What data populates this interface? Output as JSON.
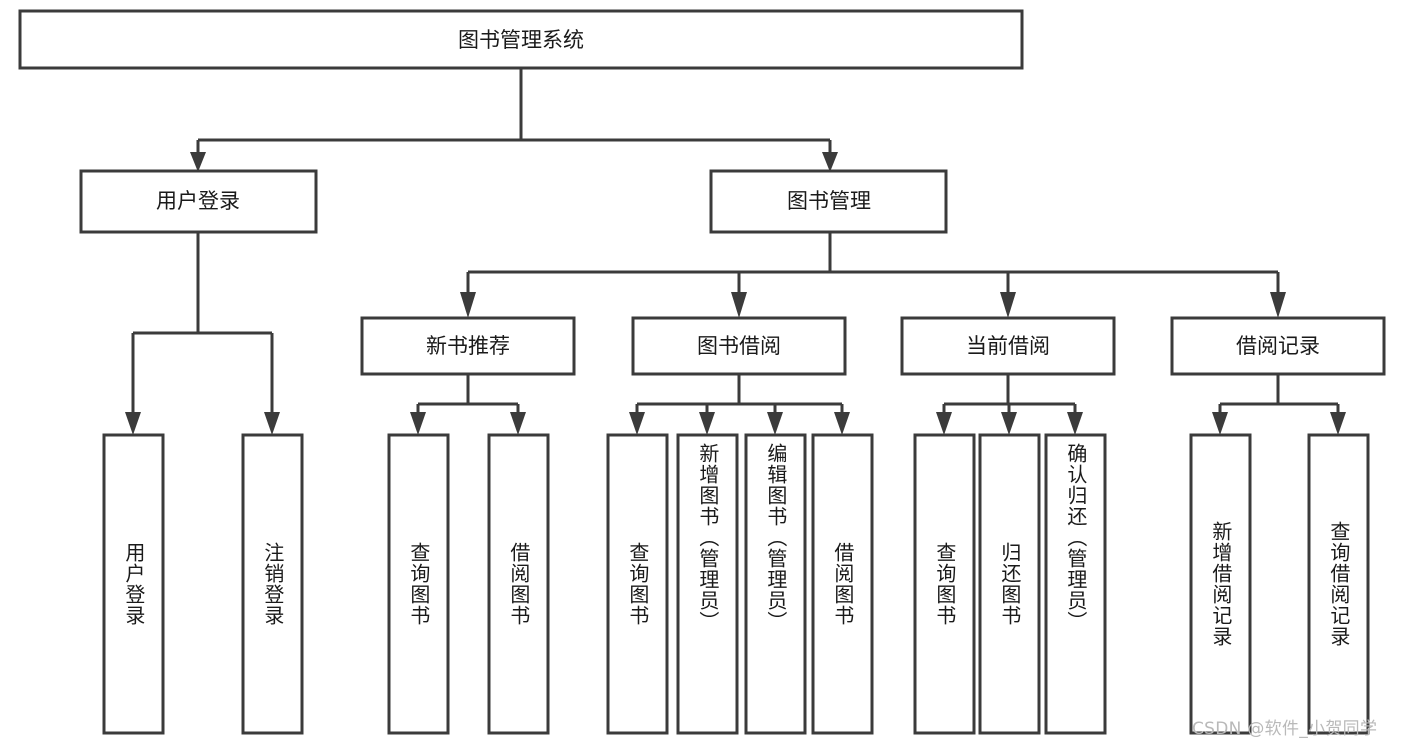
{
  "diagram": {
    "type": "tree",
    "title": "图书管理系统",
    "root": {
      "id": "root",
      "label": "图书管理系统",
      "orientation": "horizontal"
    },
    "level2": [
      {
        "id": "user-login",
        "label": "用户登录",
        "orientation": "horizontal"
      },
      {
        "id": "book-manage",
        "label": "图书管理",
        "orientation": "horizontal"
      }
    ],
    "level3": [
      {
        "id": "new-book-recommend",
        "label": "新书推荐",
        "orientation": "horizontal",
        "parent": "book-manage"
      },
      {
        "id": "book-borrow",
        "label": "图书借阅",
        "orientation": "horizontal",
        "parent": "book-manage"
      },
      {
        "id": "current-borrow",
        "label": "当前借阅",
        "orientation": "horizontal",
        "parent": "book-manage"
      },
      {
        "id": "borrow-record",
        "label": "借阅记录",
        "orientation": "horizontal",
        "parent": "book-manage"
      }
    ],
    "leaves": [
      {
        "id": "leaf-user-login",
        "label": "用户登录",
        "orientation": "vertical",
        "parent": "user-login"
      },
      {
        "id": "leaf-logout-login",
        "label": "注销登录",
        "orientation": "vertical",
        "parent": "user-login"
      },
      {
        "id": "leaf-query-book-1",
        "label": "查询图书",
        "orientation": "vertical",
        "parent": "new-book-recommend"
      },
      {
        "id": "leaf-borrow-book-1",
        "label": "借阅图书",
        "orientation": "vertical",
        "parent": "new-book-recommend"
      },
      {
        "id": "leaf-query-book-2",
        "label": "查询图书",
        "orientation": "vertical",
        "parent": "book-borrow"
      },
      {
        "id": "leaf-add-book-admin",
        "label": "新增图书（管理员）",
        "orientation": "vertical",
        "parent": "book-borrow"
      },
      {
        "id": "leaf-edit-book-admin",
        "label": "编辑图书（管理员）",
        "orientation": "vertical",
        "parent": "book-borrow"
      },
      {
        "id": "leaf-borrow-book-2",
        "label": "借阅图书",
        "orientation": "vertical",
        "parent": "book-borrow"
      },
      {
        "id": "leaf-query-book-3",
        "label": "查询图书",
        "orientation": "vertical",
        "parent": "current-borrow"
      },
      {
        "id": "leaf-return-book",
        "label": "归还图书",
        "orientation": "vertical",
        "parent": "current-borrow"
      },
      {
        "id": "leaf-confirm-return-admin",
        "label": "确认归还（管理员）",
        "orientation": "vertical",
        "parent": "current-borrow"
      },
      {
        "id": "leaf-add-borrow-record",
        "label": "新增借阅记录",
        "orientation": "vertical",
        "parent": "borrow-record"
      },
      {
        "id": "leaf-query-borrow-record",
        "label": "查询借阅记录",
        "orientation": "vertical",
        "parent": "borrow-record"
      }
    ],
    "colors": {
      "stroke": "#3b3b3b",
      "fill": "#ffffff",
      "text": "#1a1a1a",
      "watermark": "#b9b9b9"
    }
  },
  "watermark": {
    "text": "CSDN @软件_小贺同学"
  }
}
